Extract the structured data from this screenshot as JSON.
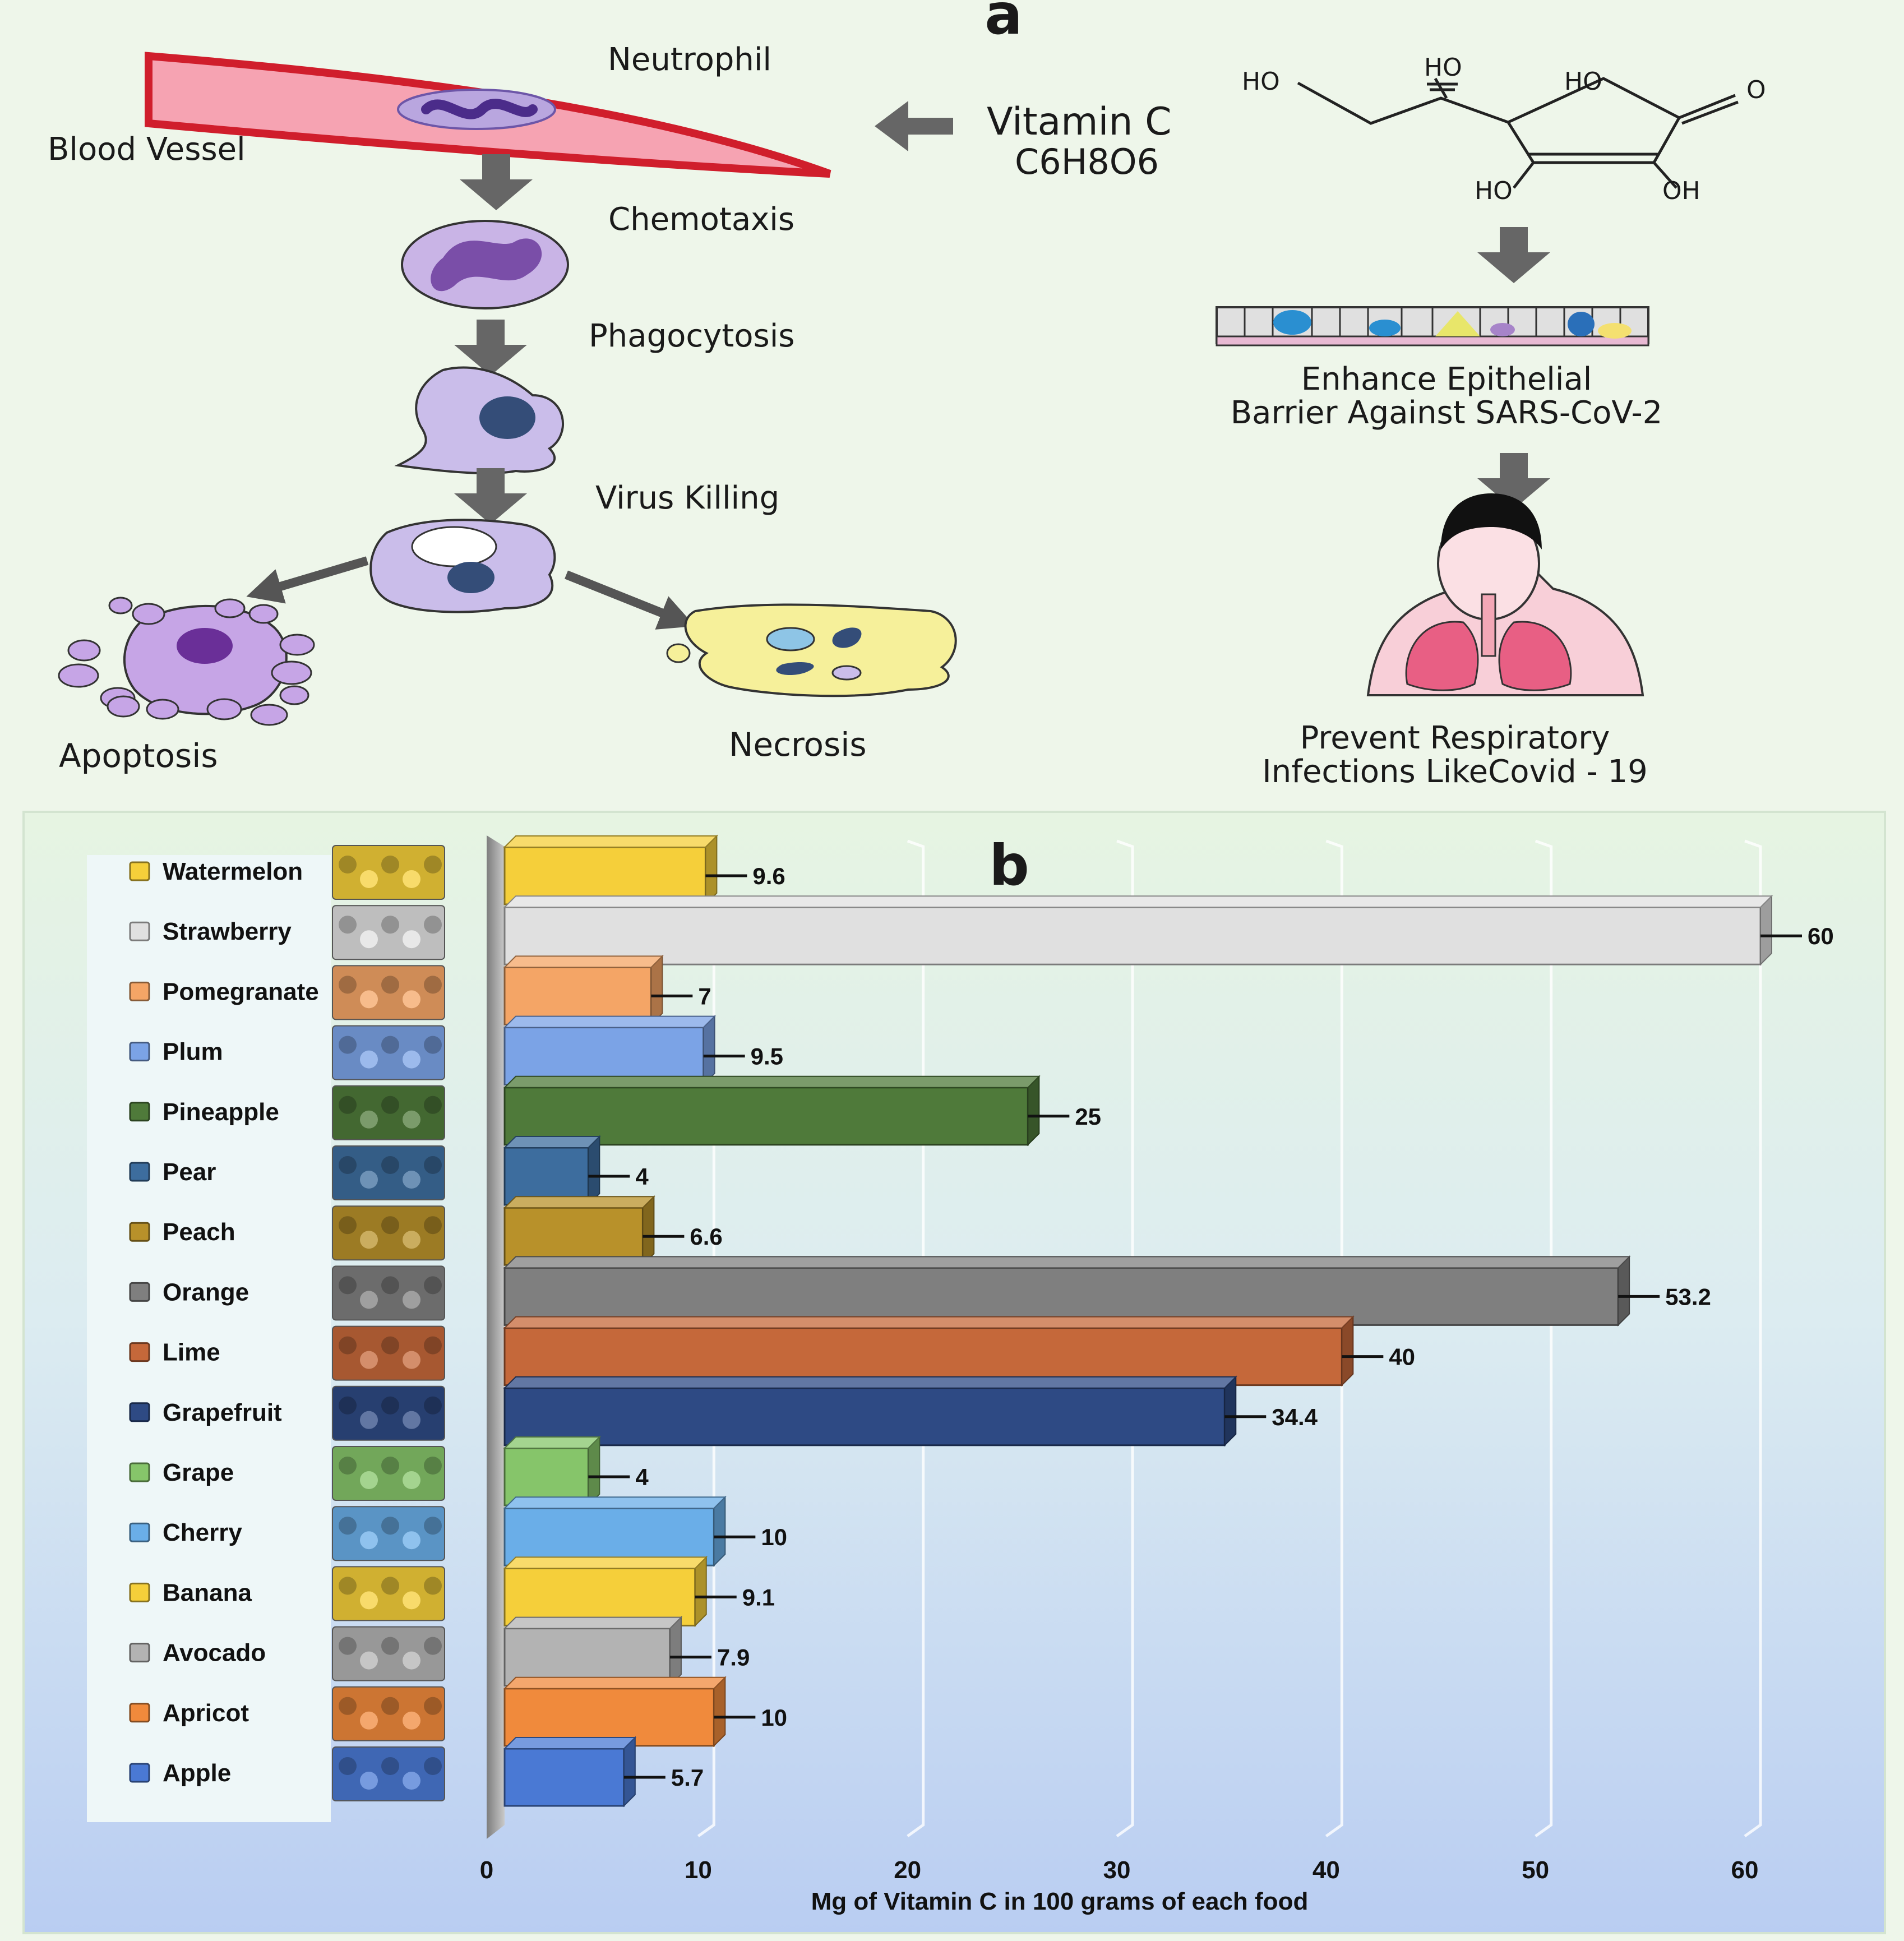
{
  "panel_a": {
    "label": "a",
    "neutrophil": "Neutrophil",
    "blood_vessel": "Blood Vessel",
    "chemotaxis": "Chemotaxis",
    "phagocytosis": "Phagocytosis",
    "virus_killing": "Virus Killing",
    "apoptosis": "Apoptosis",
    "necrosis": "Necrosis",
    "vitamin_name": "Vitamin C",
    "formula": "C6H8O6",
    "structure_labels": [
      "HO",
      "HO",
      "HO",
      "O",
      "HO",
      "OH"
    ],
    "epithelial_line1": "Enhance Epithelial",
    "epithelial_line2": "Barrier Against SARS-CoV-2",
    "prevent_line1": "Prevent Respiratory",
    "prevent_line2": "Infections LikeCovid - 19"
  },
  "chart_data": {
    "type": "bar",
    "orientation": "horizontal",
    "panel_label": "b",
    "xlabel": "Mg of Vitamin C in 100 grams of each food",
    "xlim": [
      0,
      60
    ],
    "xticks": [
      "0",
      "10",
      "20",
      "30",
      "40",
      "50",
      "60"
    ],
    "grid": "vertical",
    "legend_placement": "left",
    "categories": [
      "Watermelon",
      "Strawberry",
      "Pomegranate",
      "Plum",
      "Pineapple",
      "Pear",
      "Peach",
      "Orange",
      "Lime",
      "Grapefruit",
      "Grape",
      "Cherry",
      "Banana",
      "Avocado",
      "Apricot",
      "Apple"
    ],
    "values": [
      9.6,
      60,
      7,
      9.5,
      25,
      4,
      6.6,
      53.2,
      40,
      34.4,
      4,
      10,
      9.1,
      7.9,
      10,
      5.7
    ],
    "value_labels": [
      "9.6",
      "60",
      "7",
      "9.5",
      "25",
      "4",
      "6.6",
      "53.2",
      "40",
      "34.4",
      "4",
      "10",
      "9.1",
      "7.9",
      "10",
      "5.7"
    ],
    "colors": [
      "#f5cf3a",
      "#e0e0e0",
      "#f4a566",
      "#7ba3e6",
      "#4f7a3a",
      "#3d6d9e",
      "#b8912a",
      "#7f7f7f",
      "#c5683a",
      "#2e4a84",
      "#86c56a",
      "#6aaee8",
      "#f5cf3a",
      "#b3b3b3",
      "#f08a3c",
      "#4a79d4"
    ]
  }
}
